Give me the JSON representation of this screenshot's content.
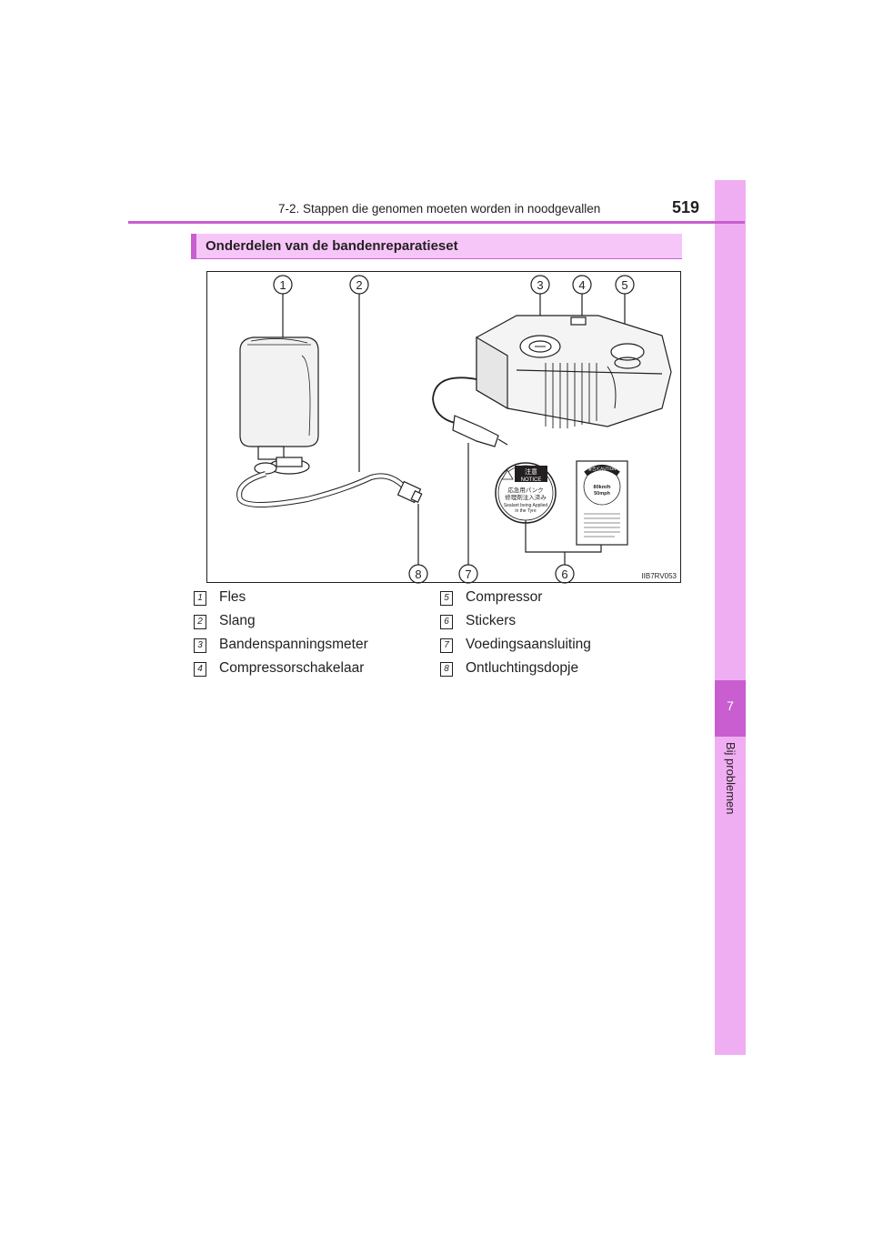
{
  "header": {
    "title": "7-2. Stappen die genomen moeten worden in noodgevallen",
    "page_number": "519"
  },
  "side_tab": {
    "chapter_number": "7",
    "chapter_title": "Bij problemen"
  },
  "section": {
    "title": "Onderdelen van de bandenreparatieset"
  },
  "figure": {
    "code": "IIB7RV053",
    "callouts": [
      "1",
      "2",
      "3",
      "4",
      "5",
      "6",
      "7",
      "8"
    ],
    "sticker_left": {
      "heading": "注意",
      "notice": "NOTICE",
      "jp_line1": "応急用パンク",
      "jp_line2": "修理剤注入済み",
      "en_line1": "Sealant being Applied",
      "en_line2": "in the Tyre"
    },
    "sticker_right": {
      "heading": "警告/CAUTION",
      "speed1": "80km/h",
      "speed2": "50mph"
    }
  },
  "legend": {
    "items": [
      {
        "num": "1",
        "label": "Fles"
      },
      {
        "num": "2",
        "label": "Slang"
      },
      {
        "num": "3",
        "label": "Bandenspanningsmeter"
      },
      {
        "num": "4",
        "label": "Compressorschakelaar"
      },
      {
        "num": "5",
        "label": "Compressor"
      },
      {
        "num": "6",
        "label": "Stickers"
      },
      {
        "num": "7",
        "label": "Voedingsaansluiting"
      },
      {
        "num": "8",
        "label": "Ontluchtingsdopje"
      }
    ]
  }
}
